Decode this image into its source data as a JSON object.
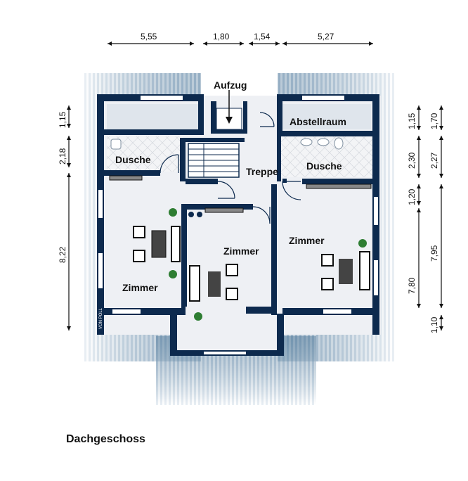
{
  "title": "Dachgeschoss",
  "rooms": {
    "aufzug": "Aufzug",
    "abstellraum": "Abstellraum",
    "dusche_left": "Dusche",
    "dusche_right": "Dusche",
    "treppe": "Treppe",
    "zimmer_left": "Zimmer",
    "zimmer_center": "Zimmer",
    "zimmer_right": "Zimmer"
  },
  "dimensions_top": [
    "5,55",
    "1,80",
    "1,54",
    "5,27"
  ],
  "dimensions_left": [
    "1,15",
    "2,18",
    "8,22"
  ],
  "dimensions_right_inner": [
    "1,15",
    "2,30",
    "1,20",
    "7,80"
  ],
  "dimensions_right_outer": [
    "1,70",
    "2,27",
    "7,95",
    "1,10"
  ],
  "watermark": "VON POLL",
  "colors": {
    "wall": "#0d2a4e",
    "floor": "#eef0f4",
    "roof": "#2e5f86"
  }
}
